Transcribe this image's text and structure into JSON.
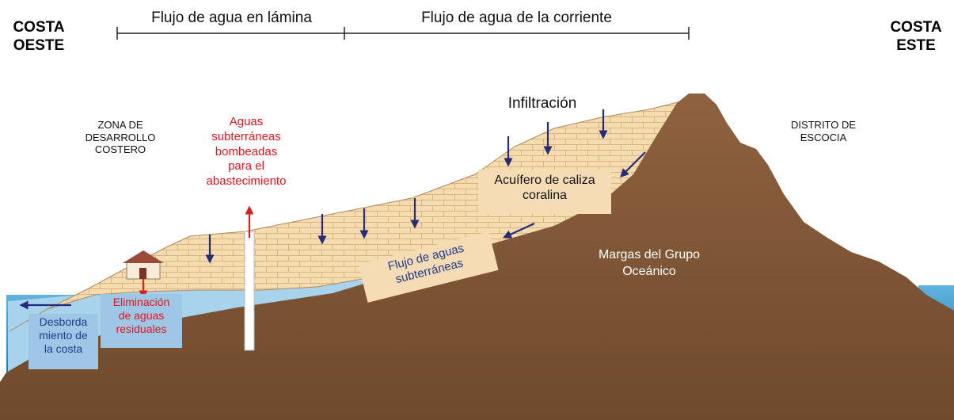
{
  "headers": {
    "left": "COSTA\nOESTE",
    "right": "COSTA\nESTE"
  },
  "flow_spans": {
    "sheet": "Flujo de agua en lámina",
    "stream": "Flujo de agua de la corriente"
  },
  "labels": {
    "infiltration": "Infiltración",
    "coastal_zone": "ZONA DE\nDESARROLLO\nCOSTERO",
    "scotland_district": "DISTRITO DE\nESCOCIA",
    "pumped_groundwater": "Aguas\nsubterráneas\nbombeadas\npara el\nabastecimiento",
    "aquifer": "Acuífero de caliza\ncoralina",
    "groundwater_flow": "Flujo de aguas\nsubterráneas",
    "marls": "Margas del Grupo\nOceánico",
    "wastewater": "Eliminación\nde aguas\nresiduales",
    "coastal_overflow": "Desborda\nmiento de\nla costa"
  },
  "colors": {
    "marl": "#8b5e3c",
    "limestone": "#f4dcae",
    "brick_line": "#d8b582",
    "sea": "#4fa3cf",
    "water_table": "#a8d3ec",
    "arrow_infiltration": "#262a7a",
    "arrow_pumping": "#d62020",
    "text_red": "#e0161c",
    "text_navy": "#1f3b8a"
  }
}
